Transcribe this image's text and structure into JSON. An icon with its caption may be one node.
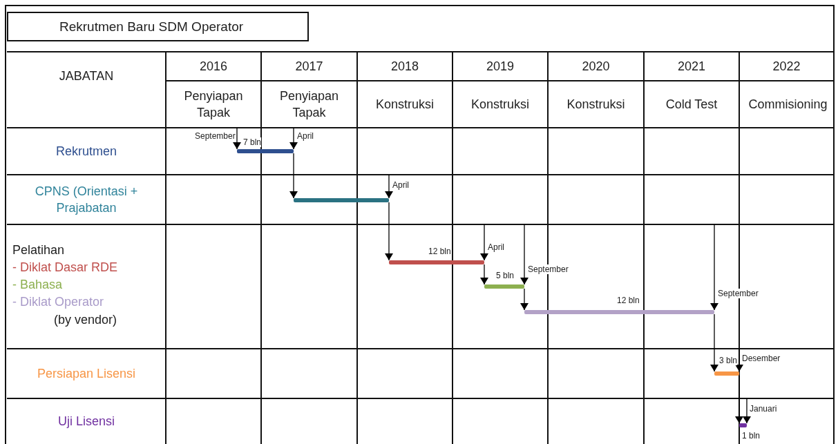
{
  "diagram": {
    "title": "Rekrutmen Baru SDM Operator",
    "nodes": [
      {
        "text": [],
        "shape": "bar",
        "beside": [
          "7 bln"
        ]
      },
      {
        "text": [],
        "shape": "bar"
      },
      {
        "text": [],
        "shape": "bar",
        "beside": [
          "12 bln"
        ]
      },
      {
        "text": [],
        "shape": "bar",
        "beside": [
          "5 bln"
        ]
      },
      {
        "text": [],
        "shape": "bar",
        "beside": [
          "12 bln"
        ]
      },
      {
        "text": [],
        "shape": "bar",
        "beside": [
          "3 bln"
        ]
      },
      {
        "text": [],
        "shape": "bar",
        "beside": [
          "1 bln"
        ]
      }
    ],
    "edges": [
      {
        "from": null,
        "to": 0,
        "arrow": "to",
        "label": "September"
      },
      {
        "from": null,
        "to": 0,
        "arrow": "to",
        "label": "April"
      },
      {
        "from": 0,
        "to": 1,
        "arrow": "to"
      },
      {
        "from": null,
        "to": 1,
        "arrow": "to",
        "label": "April"
      },
      {
        "from": 1,
        "to": 2,
        "arrow": "to"
      },
      {
        "from": null,
        "to": 2,
        "arrow": "to",
        "label": "April"
      },
      {
        "from": 2,
        "to": 3,
        "arrow": "to"
      },
      {
        "from": null,
        "to": 3,
        "arrow": "to",
        "label": "September"
      },
      {
        "from": 3,
        "to": 4,
        "arrow": "to"
      },
      {
        "from": null,
        "to": 4,
        "arrow": "to",
        "label": "September"
      },
      {
        "from": 4,
        "to": 5,
        "arrow": "to"
      },
      {
        "from": null,
        "to": 5,
        "arrow": "to",
        "label": "Desember"
      },
      {
        "from": 5,
        "to": 6,
        "arrow": "to"
      },
      {
        "from": null,
        "to": 6,
        "arrow": "to",
        "label": "Januari"
      }
    ],
    "labels": [
      "JABATAN",
      "2016",
      "2017",
      "2018",
      "2019",
      "2020",
      "2021",
      "2022",
      "Penyiapan Tapak",
      "Penyiapan Tapak",
      "Konstruksi",
      "Konstruksi",
      "Konstruksi",
      "Cold Test",
      "Commisioning",
      "Rekrutmen",
      "CPNS (Orientasi + Prajabatan",
      "Pelatihan",
      "- Diklat Dasar RDE",
      "- Bahasa",
      "- Diklat Operator",
      "(by vendor)",
      "Persiapan Lisensi",
      "Uji Lisensi"
    ]
  }
}
